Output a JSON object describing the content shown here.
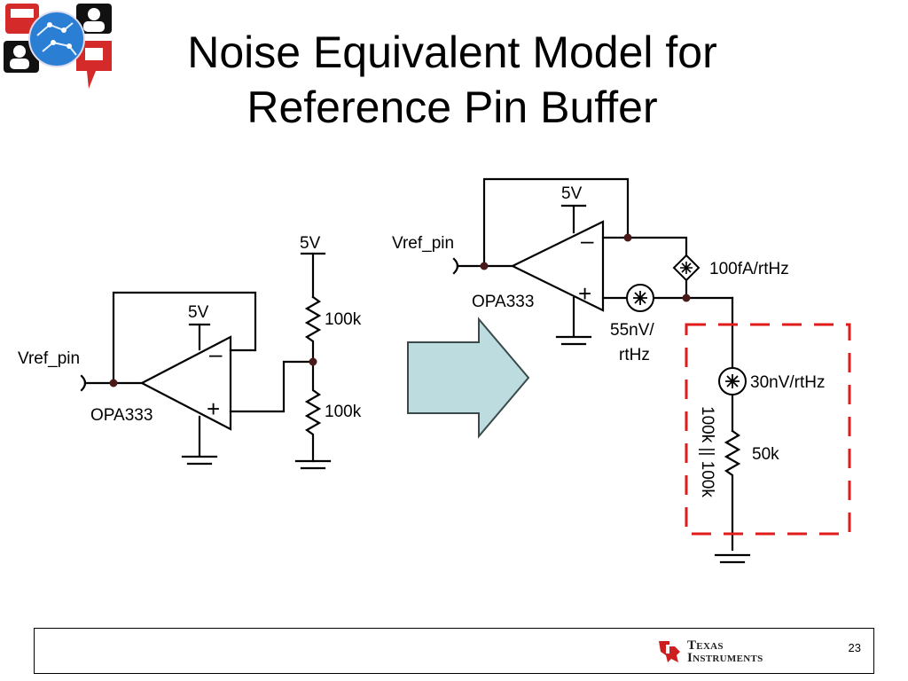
{
  "slide": {
    "title_line1": "Noise Equivalent Model for",
    "title_line2": "Reference Pin Buffer",
    "page_number": "23"
  },
  "left_circuit": {
    "supply_opamp": "5V",
    "supply_divider": "5V",
    "input_label": "Vref_pin",
    "opamp_label": "OPA333",
    "minus_sign": "–",
    "plus_sign": "+",
    "resistor_top": "100k",
    "resistor_bottom": "100k"
  },
  "right_circuit": {
    "supply": "5V",
    "input_label": "Vref_pin",
    "opamp_label": "OPA333",
    "minus_sign": "–",
    "plus_sign": "+",
    "current_noise": "100fA/rtHz",
    "voltage_noise_line1": "55nV/",
    "voltage_noise_line2": "rtHz",
    "resistor_noise": "30nV/rtHz",
    "resistor_value": "50k",
    "parallel_label": "100k || 100k"
  },
  "colors": {
    "arrow_fill": "#bcdce0",
    "dashed_box": "#e01b1b",
    "logo_red": "#cc1f1f"
  },
  "footer": {
    "logo_line1": "Texas",
    "logo_line2": "Instruments"
  }
}
